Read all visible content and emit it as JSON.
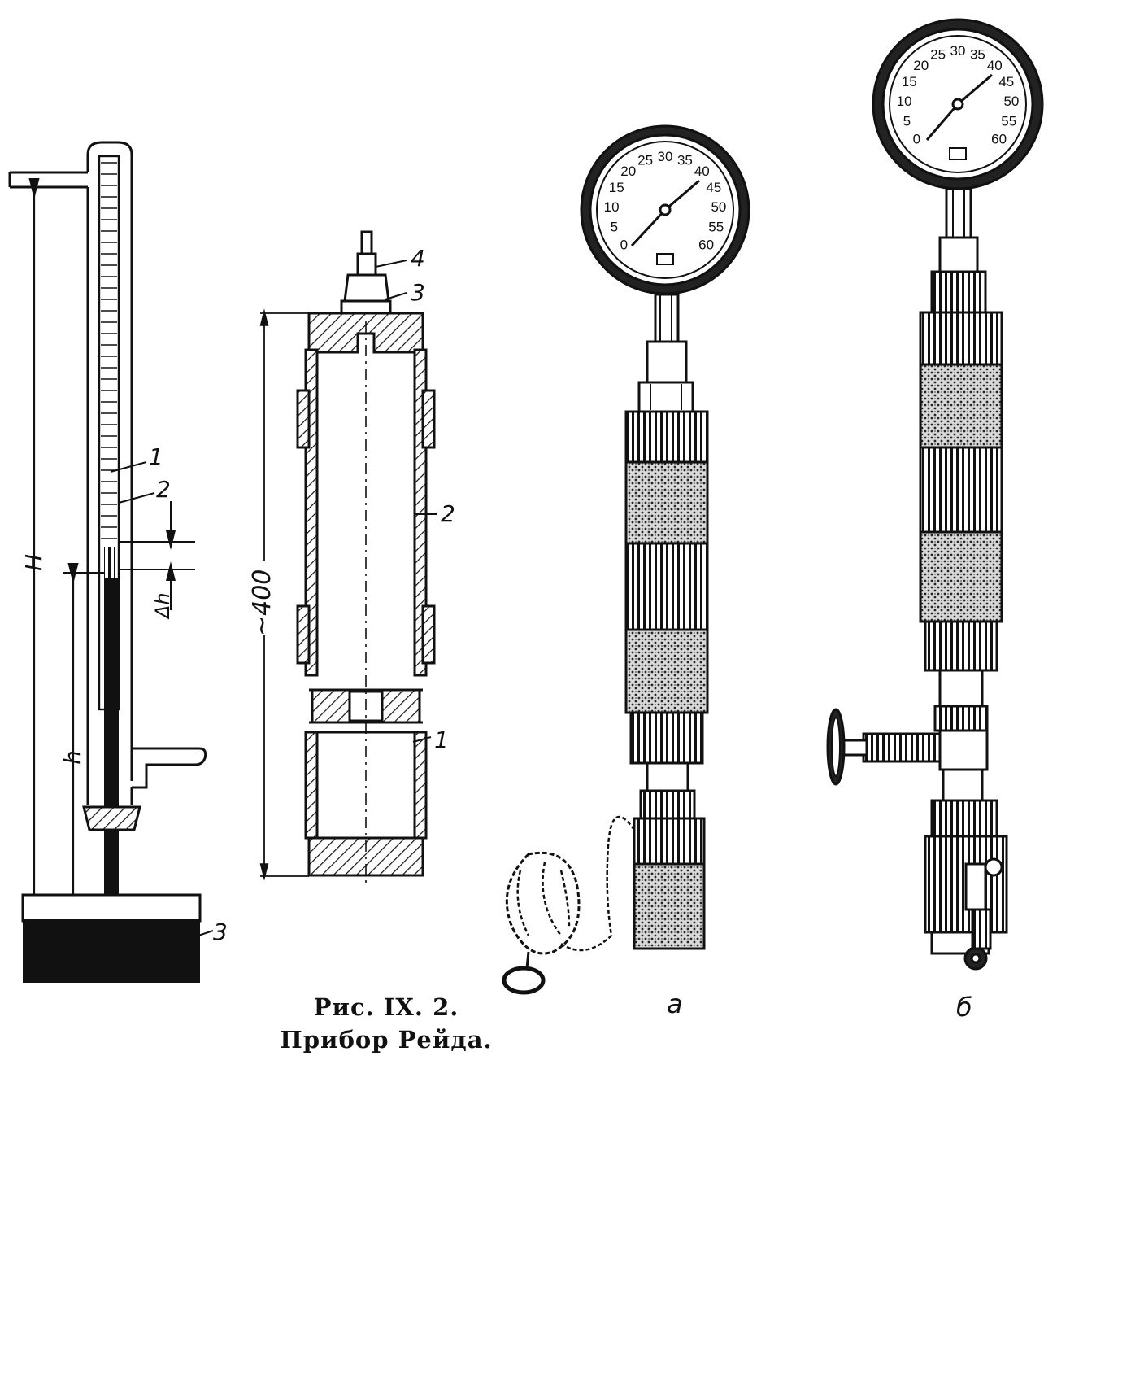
{
  "fig1": {
    "labels": {
      "tube": "1",
      "body": "2",
      "bath": "3",
      "H": "H",
      "h": "h",
      "dh": "Δh"
    }
  },
  "fig2": {
    "labels": {
      "lower": "1",
      "upper": "2",
      "nut": "3",
      "valve": "4",
      "size": "~400"
    },
    "caption_line1": "Рис. IX. 2.",
    "caption_line2": "Прибор Рейда."
  },
  "gauge": {
    "ticks": [
      "0",
      "5",
      "10",
      "15",
      "20",
      "25",
      "30",
      "35",
      "40",
      "45",
      "50",
      "55",
      "60"
    ]
  },
  "fig3": {
    "label_a": "а",
    "label_b": "б"
  }
}
